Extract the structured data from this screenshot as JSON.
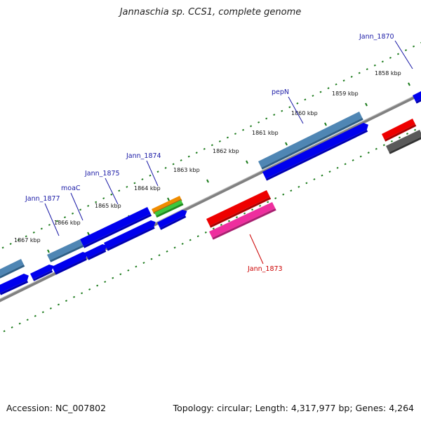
{
  "title": "Jannaschia sp. CCS1, complete genome",
  "footer": {
    "accession": "Accession: NC_007802",
    "summary": "Topology: circular; Length: 4,317,977 bp; Genes: 4,264"
  },
  "colors": {
    "backbone": "#808080",
    "tick": "#1a7a1a",
    "label_blue": "#1a1aa6",
    "label_red": "#cc0000",
    "cds": "#0000ee",
    "cds_dark": "#0000b0",
    "steel": "#4f86b4",
    "orange": "#f08c00",
    "green": "#3cc83c",
    "red": "#ee0000",
    "pink": "#ee2e9e",
    "grey": "#5a5a5a"
  },
  "map": {
    "kbp_labels": [
      "1858 kbp",
      "1859 kbp",
      "1860 kbp",
      "1861 kbp",
      "1862 kbp",
      "1863 kbp",
      "1864 kbp",
      "1865 kbp",
      "1866 kbp",
      "1867 kbp"
    ],
    "gene_labels": [
      {
        "id": "jann-1870",
        "text": "Jann_1870",
        "color": "blue"
      },
      {
        "id": "pepn",
        "text": "pepN",
        "color": "blue"
      },
      {
        "id": "jann-1874",
        "text": "Jann_1874",
        "color": "blue"
      },
      {
        "id": "jann-1875",
        "text": "Jann_1875",
        "color": "blue"
      },
      {
        "id": "moac",
        "text": "moaC",
        "color": "blue"
      },
      {
        "id": "jann-1877",
        "text": "Jann_1877",
        "color": "blue"
      },
      {
        "id": "jann-1873",
        "text": "Jann_1873",
        "color": "red"
      }
    ]
  }
}
